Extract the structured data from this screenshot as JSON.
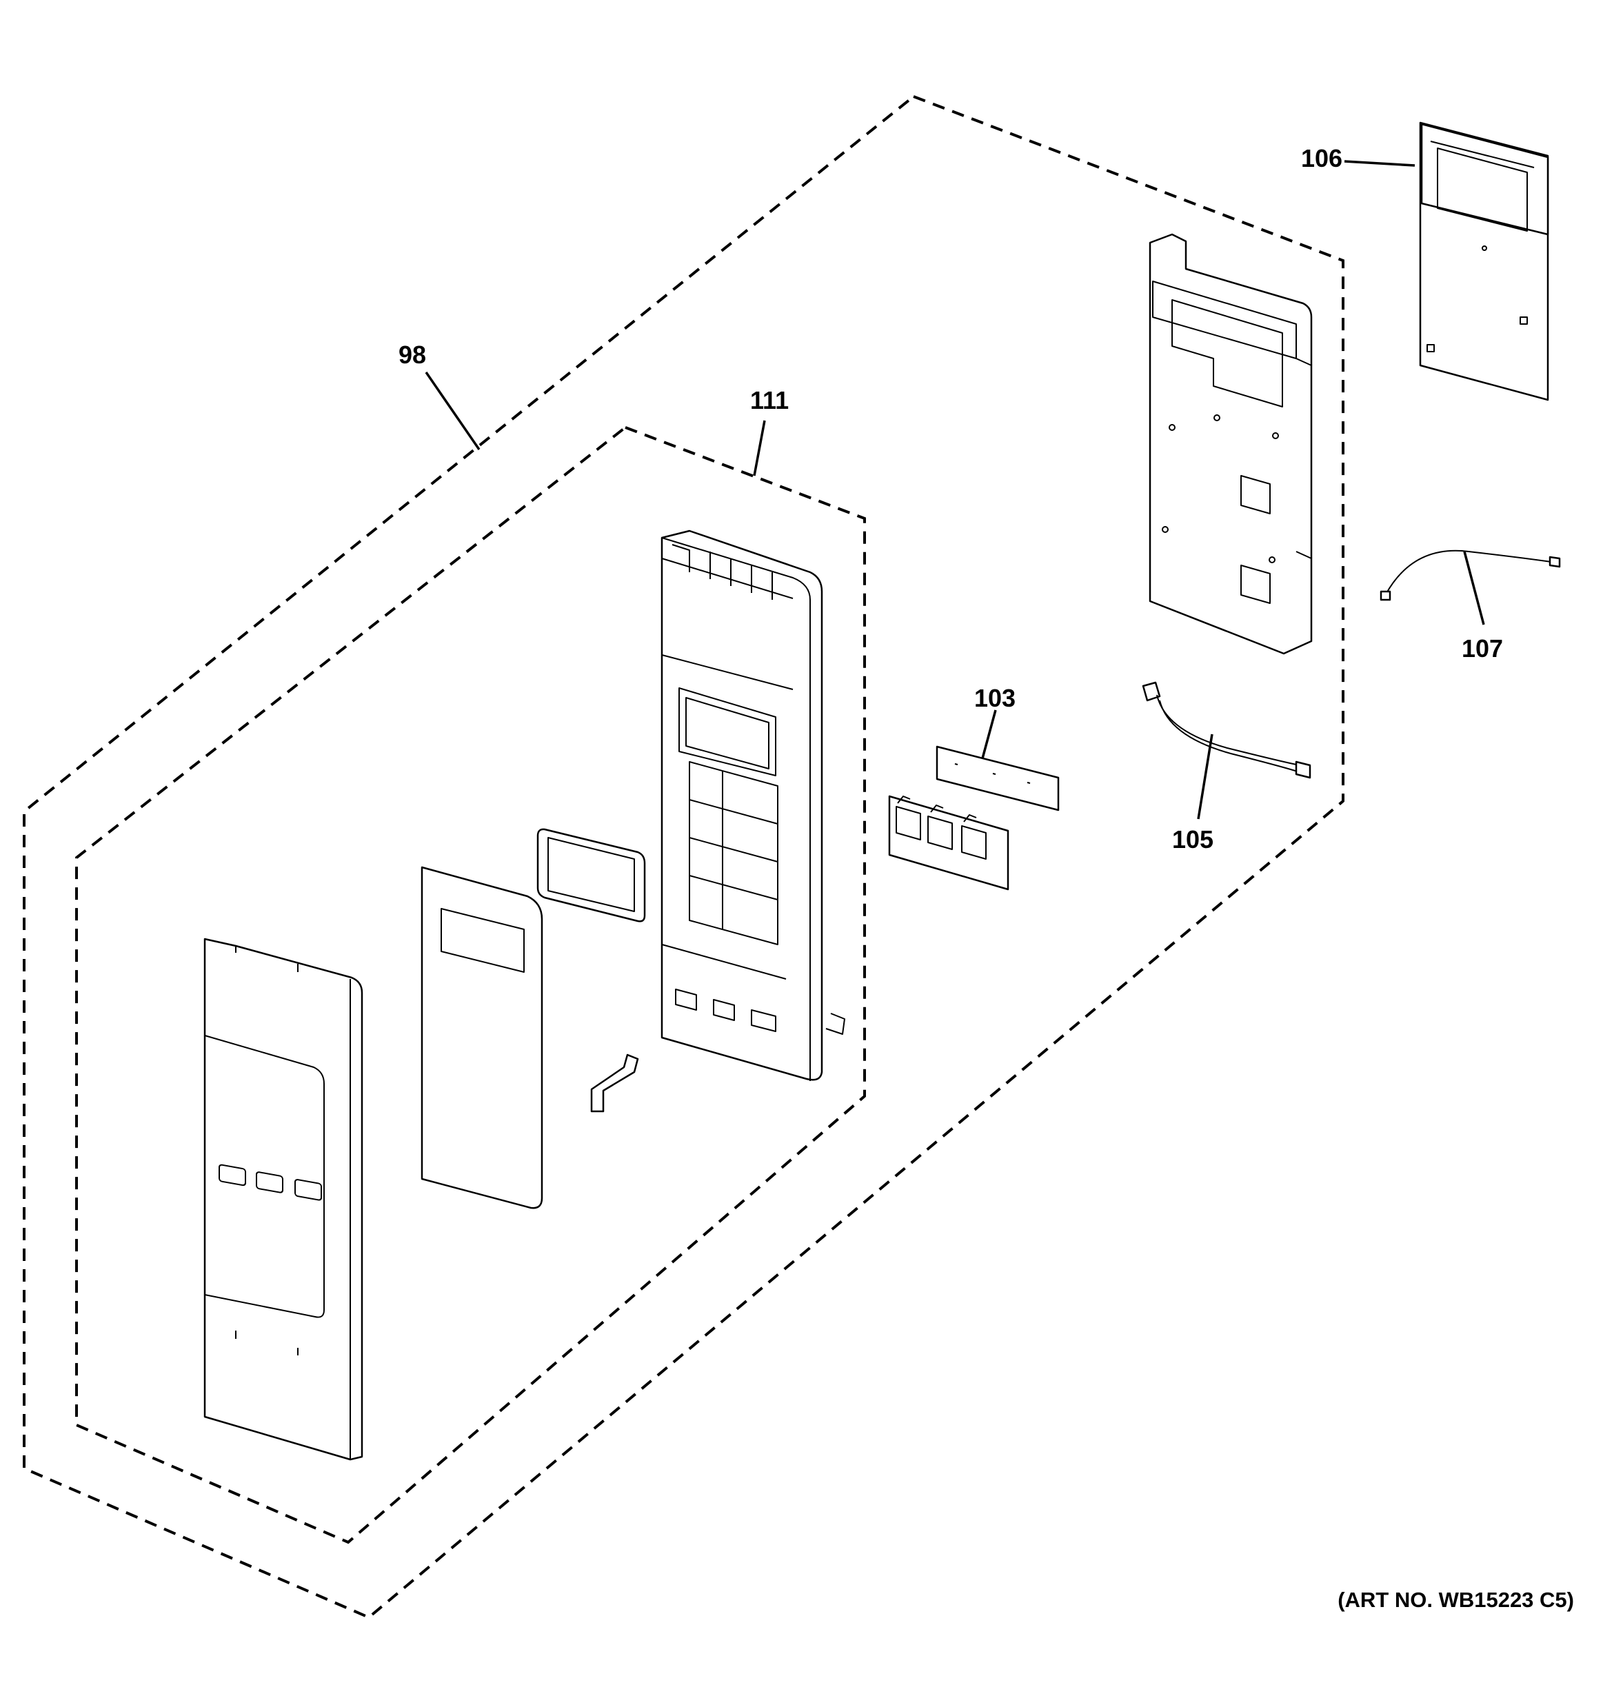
{
  "diagram": {
    "callouts": {
      "c98": "98",
      "c111": "111",
      "c103": "103",
      "c105": "105",
      "c106": "106",
      "c107": "107"
    },
    "art_number": "(ART NO. WB15223 C5)"
  }
}
